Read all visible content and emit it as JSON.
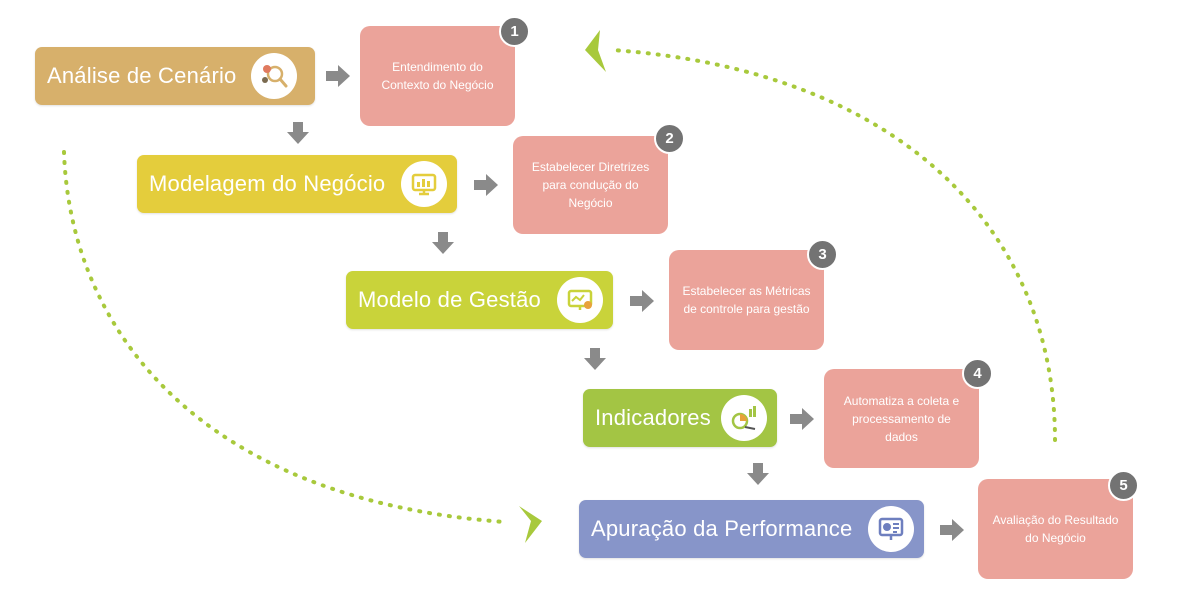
{
  "stages": [
    {
      "label": "Análise de Cenário",
      "color": "#d7b06b",
      "icon": "analysis-icon"
    },
    {
      "label": "Modelagem do Negócio",
      "color": "#e4cd3c",
      "icon": "monitor-chart-icon"
    },
    {
      "label": "Modelo de Gestão",
      "color": "#c9d33a",
      "icon": "dashboard-settings-icon"
    },
    {
      "label": "Indicadores",
      "color": "#a3c544",
      "icon": "indicators-icon"
    },
    {
      "label": "Apuração da Performance",
      "color": "#8795c9",
      "icon": "presentation-icon"
    }
  ],
  "notes": [
    {
      "number": "1",
      "text": "Entendimento do Contexto do Negócio"
    },
    {
      "number": "2",
      "text": "Estabelecer Diretrizes para condução do Negócio"
    },
    {
      "number": "3",
      "text": "Estabelecer as Métricas de controle para gestão"
    },
    {
      "number": "4",
      "text": "Automatiza a coleta e processamento de dados"
    },
    {
      "number": "5",
      "text": "Avaliação do Resultado do Negócio"
    }
  ],
  "colors": {
    "note": "#eba39a",
    "badge": "#737373",
    "arrow": "#8a8a8a",
    "dotted_flow": "#a8c93c"
  }
}
